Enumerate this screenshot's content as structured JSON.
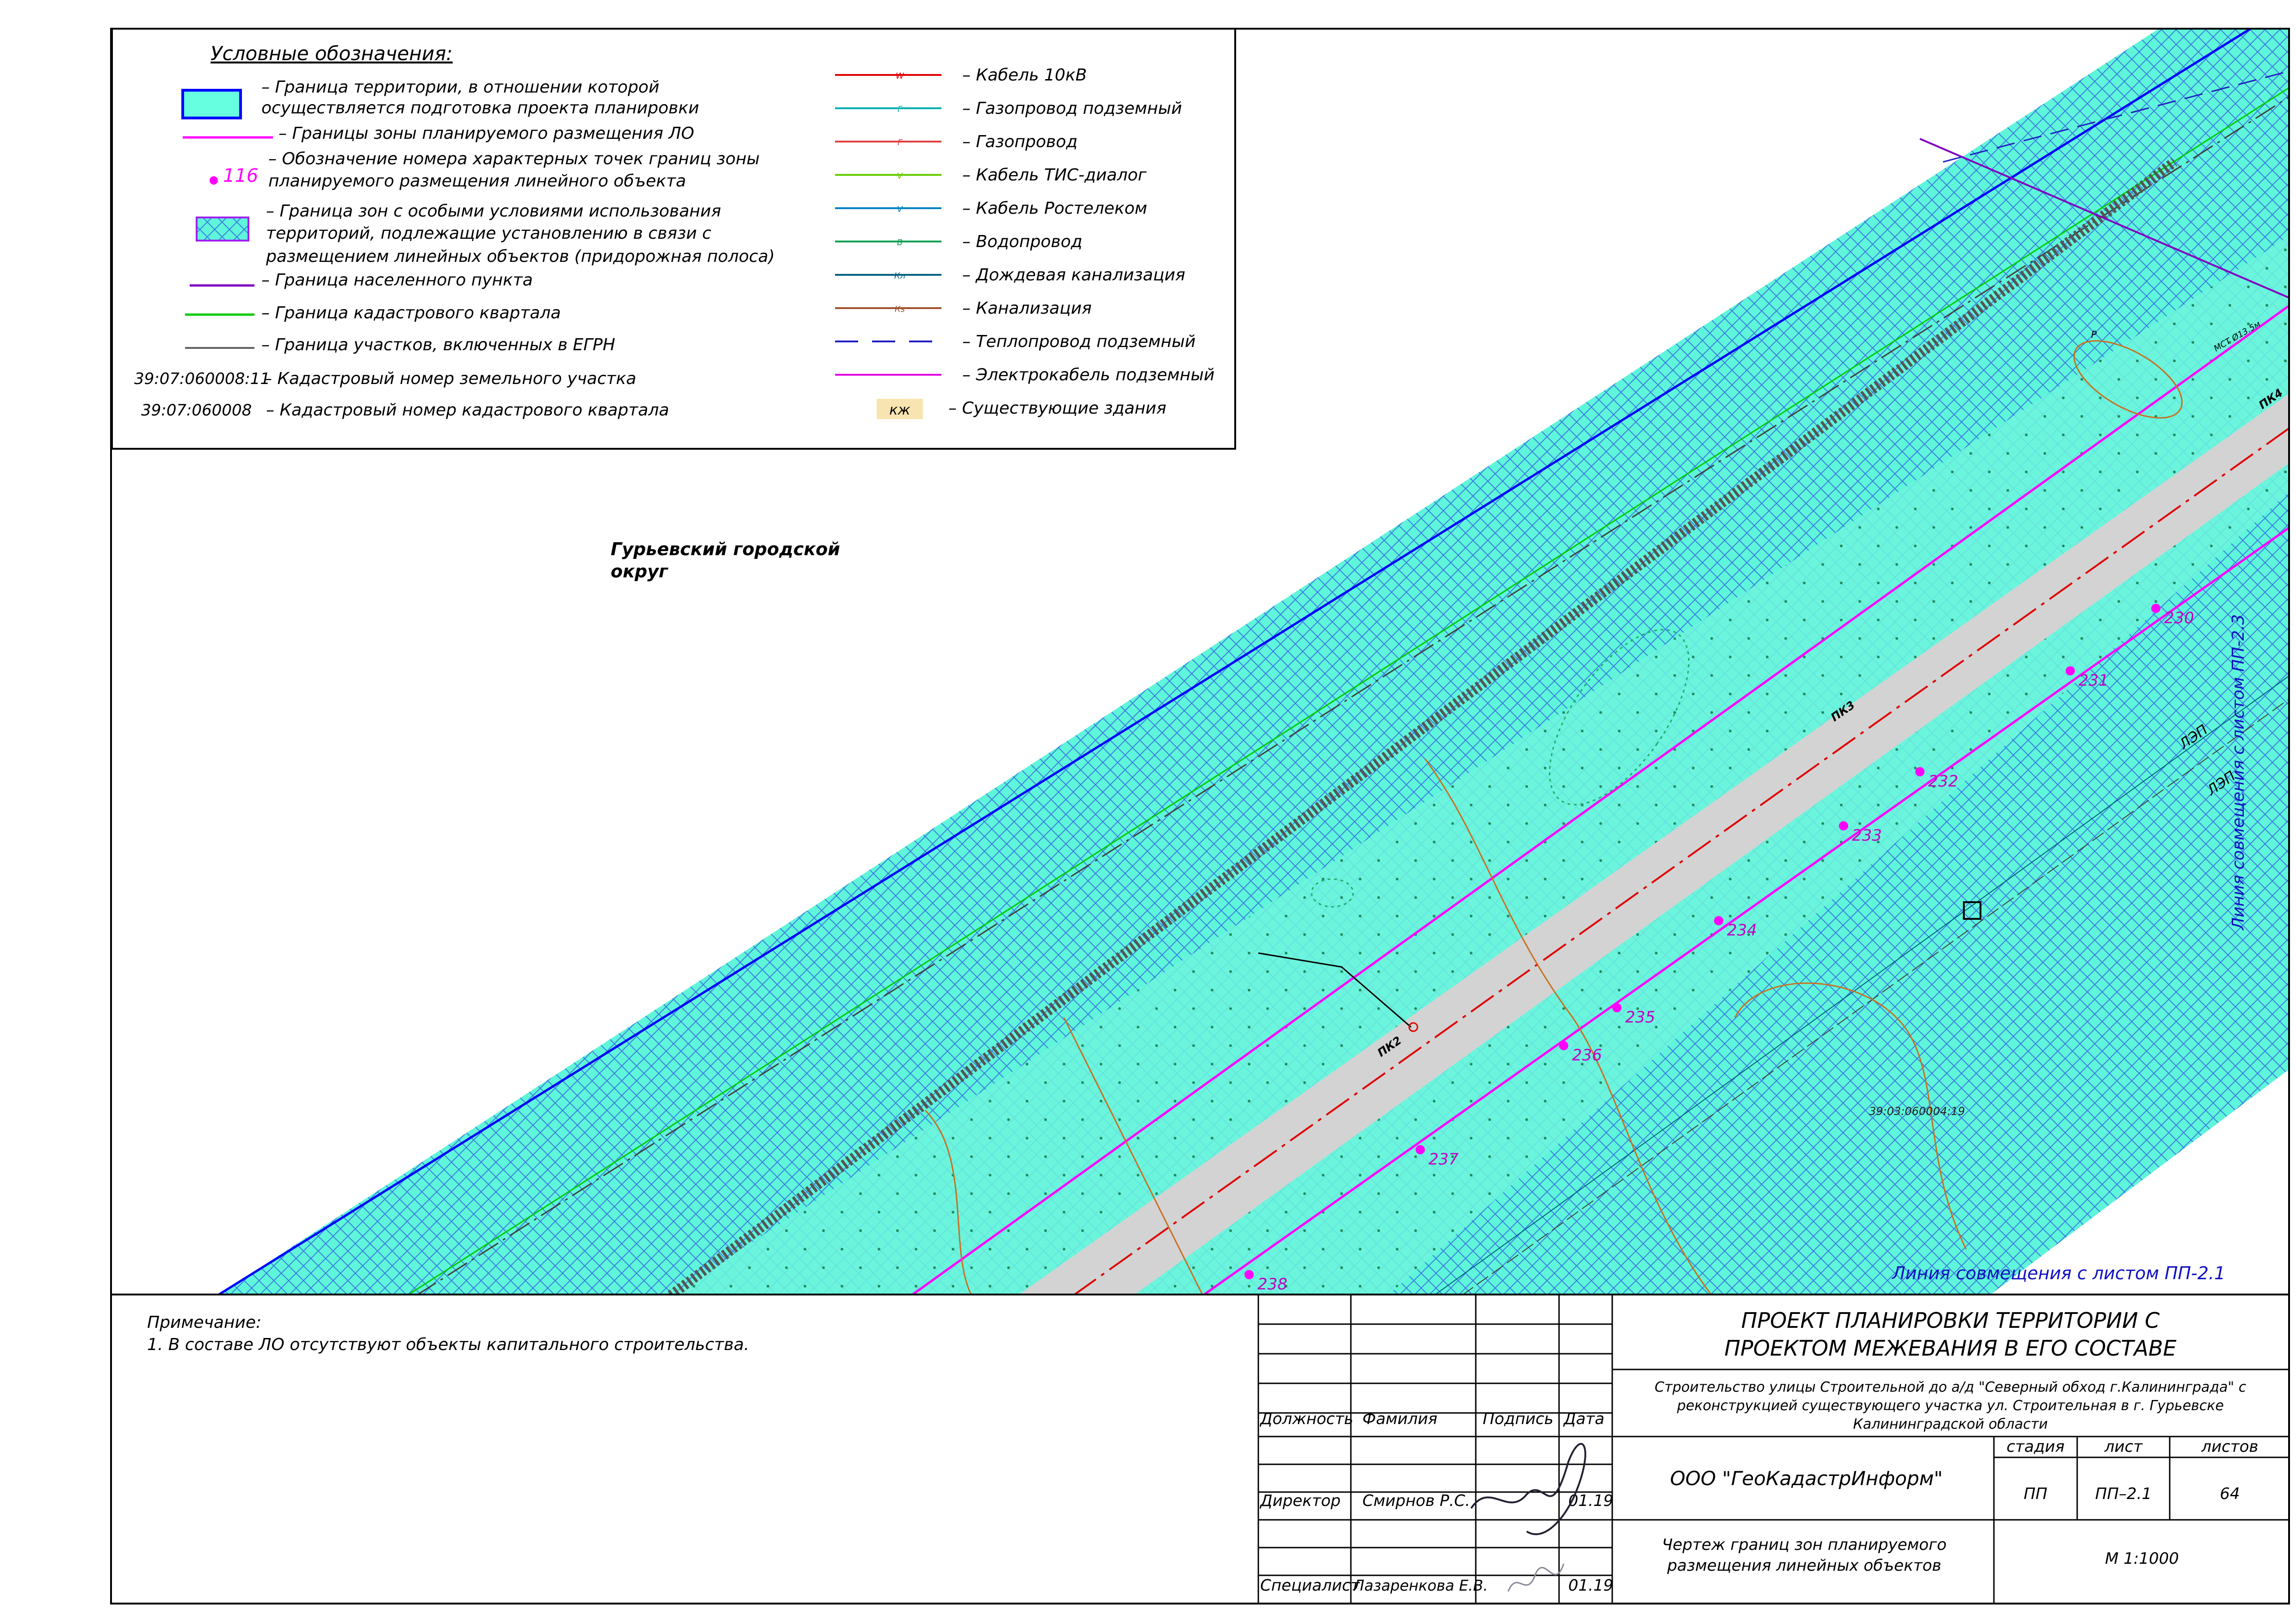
{
  "legend": {
    "title": "Условные обозначения:",
    "items_left": [
      {
        "symbol": "project-territory",
        "color": "#0000ff",
        "fill": "#66ffe0",
        "text": [
          "– Граница территории, в отношении которой",
          "осуществляется подготовка проекта планировки"
        ]
      },
      {
        "symbol": "line",
        "color": "#ff00ff",
        "text": [
          "– Границы зоны планируемого размещения ЛО"
        ]
      },
      {
        "symbol": "point",
        "color": "#ff00ff",
        "label": "116",
        "text": [
          "– Обозначение номера характерных точек границ зоны",
          "планируемого размещения линейного объекта"
        ]
      },
      {
        "symbol": "special-zone",
        "color": "#a020f0",
        "text": [
          "– Граница зон с особыми условиями использования",
          "территорий, подлежащие установлению в связи с",
          "размещением линейных объектов (придорожная полоса)"
        ]
      },
      {
        "symbol": "line",
        "color": "#8000c0",
        "text": [
          "– Граница населенного пункта"
        ]
      },
      {
        "symbol": "line",
        "color": "#00cc00",
        "text": [
          "– Граница кадастрового квартала"
        ]
      },
      {
        "symbol": "line",
        "color": "#606060",
        "text": [
          "– Граница участков, включенных в ЕГРН"
        ]
      },
      {
        "symbol": "label",
        "label": "39:07:060008:11",
        "text": [
          "– Кадастровый номер земельного участка"
        ]
      },
      {
        "symbol": "label",
        "label": "39:07:060008",
        "text": [
          "– Кадастровый номер кадастрового квартала"
        ]
      }
    ],
    "items_right": [
      {
        "color": "#e00000",
        "mark": "W",
        "text": "– Кабель 10кВ"
      },
      {
        "color": "#00b0b0",
        "mark": "Г",
        "text": "– Газопровод подземный"
      },
      {
        "color": "#e04040",
        "mark": "Г",
        "text": "– Газопровод"
      },
      {
        "color": "#66cc00",
        "mark": "V",
        "text": "– Кабель ТИС-диалог"
      },
      {
        "color": "#0080c0",
        "mark": "V",
        "text": "– Кабель Ростелеком"
      },
      {
        "color": "#00a050",
        "mark": "В",
        "text": "– Водопровод"
      },
      {
        "color": "#006080",
        "mark": "Кл",
        "text": "– Дождевая канализация"
      },
      {
        "color": "#a0522d",
        "mark": "Кs",
        "text": "– Канализация"
      },
      {
        "color": "#2020c0",
        "mark": "",
        "text": "– Теплопровод подземный",
        "dash": true
      },
      {
        "color": "#e000e0",
        "mark": "",
        "text": "– Электрокабель подземный"
      },
      {
        "color": "#f8e4b0",
        "mark": "кж",
        "text": "– Существующие здания",
        "box": true
      }
    ]
  },
  "map": {
    "district_label": [
      "Гурьевский городской",
      "округ"
    ],
    "point_numbers": [
      "230",
      "231",
      "232",
      "233",
      "234",
      "235",
      "236",
      "237",
      "238"
    ],
    "station_labels": [
      "ПК3",
      "ПК2",
      "ПК4"
    ],
    "parcel_label": "39:03:060004:19",
    "small_labels": [
      "МСТ Ø13.5м",
      "Р",
      "ЛЭП",
      "ЛЭП"
    ],
    "match_line_right": "Линия совмещения с листом ПП-2.3",
    "match_line_bottom": "Линия совмещения с листом ПП-2.1",
    "colors": {
      "fill": "#5ef5da",
      "hatch": "#3b7de0",
      "boundary": "#0000ff",
      "zone_line": "#ff00ff",
      "road": "#d3d3d3",
      "axis": "#e00000"
    }
  },
  "note": {
    "title": "Примечание:",
    "text": "1. В составе ЛО отсутствуют объекты капитального строительства."
  },
  "title_block": {
    "project_title": [
      "ПРОЕКТ ПЛАНИРОВКИ ТЕРРИТОРИИ С",
      "ПРОЕКТОМ МЕЖЕВАНИЯ В ЕГО СОСТАВЕ"
    ],
    "object_description": [
      "Строительство улицы Строительной до а/д \"Северный обход г.Калининграда\" с",
      "реконструкцией существующего участка ул. Строительная в г. Гурьевске",
      "Калининградской области"
    ],
    "headers": {
      "position": "Должность",
      "name": "Фамилия",
      "signature": "Подпись",
      "date": "Дата"
    },
    "rows": [
      {
        "position": "Директор",
        "name": "Смирнов Р.С.",
        "date": "01.19"
      },
      {
        "position": "Специалист",
        "name": "Лазаренкова Е.В.",
        "date": "01.19"
      }
    ],
    "organization": "ООО \"ГеоКадастрИнформ\"",
    "stage_header": "стадия",
    "sheet_header": "лист",
    "sheets_header": "листов",
    "stage": "ПП",
    "sheet": "ПП–2.1",
    "sheets": "64",
    "drawing_title": [
      "Чертеж границ зон планируемого",
      "размещения линейных объектов"
    ],
    "scale": "М 1:1000"
  }
}
